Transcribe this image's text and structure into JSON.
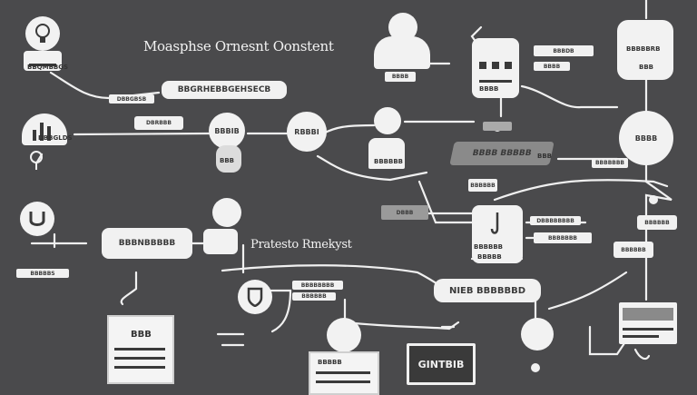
{
  "titles": {
    "main": "Moasphse Ornesnt Oonstent",
    "secondary": "Pratesto Rmekyst"
  },
  "labels": {
    "top_left_node": "BBQMBBGS",
    "top_center_pill": "BBGRHEBBGEHSECB",
    "top_center_tag": "DBBGBSB",
    "left_badge": "DBBGLDS",
    "left_tag": "DBRBBB",
    "center_node": "RBBBI",
    "center_left_node": "BBBIB",
    "center_node_sub": "BBB",
    "top_person_tag": "BBBB",
    "device_label": "BBBB",
    "top_right_box": "BBBBBRB",
    "top_right_box_sub": "BBB",
    "right_circle": "BBBB",
    "right_tag": "BBBBBBB",
    "right_tag2": "BBBDB",
    "mid_band": "BBBB BBBBB",
    "mid_band_right": "BBB",
    "mid_tag": "BBBB",
    "center_left_panel": "DBBB",
    "central_device_tag": "BBBBBB",
    "central_device_top": "BBBBBB",
    "central_device_mid": "BBBBB",
    "right_mid_tag1": "DBBBBBBBB",
    "right_mid_tag2": "BBBBBBB",
    "right_mid_tag3": "BBBBBB",
    "left_pill": "BBBNBBBBB",
    "left_small": "BBBBBS",
    "lower_tag": "BBBBBBBB",
    "lower_tag2": "BBBBBB",
    "bottom_center_pill": "NIEB BBBBBBD",
    "bottom_left_card": "BBB",
    "bottom_center_card": "BBBBB",
    "bottom_right_box": "GINTBIB",
    "person_mid_tag": "BBBBBB",
    "lower_left_label": "BBBBBB"
  }
}
